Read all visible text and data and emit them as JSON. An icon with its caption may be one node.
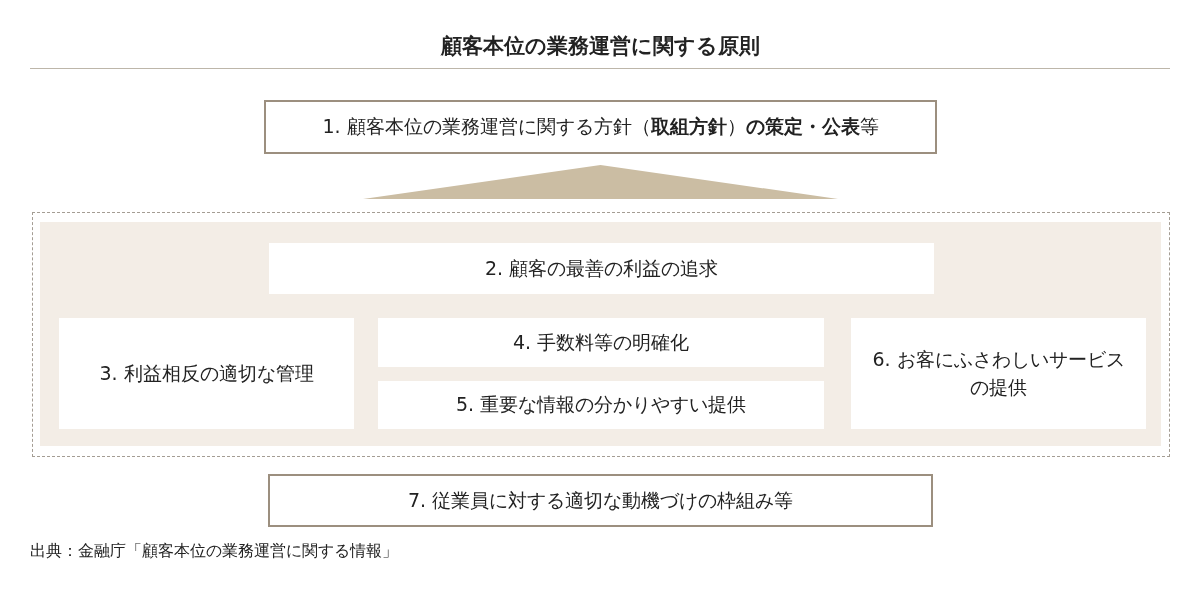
{
  "diagram": {
    "title": "顧客本位の業務運営に関する原則",
    "caption": "出典：金融庁「顧客本位の業務運営に関する情報」",
    "nodes": [
      {
        "text": [
          "1. 顧客本位の業務運営に関する方針（**取組方針**）**の策定・公表**等"
        ]
      },
      {
        "text": [],
        "shape": "triangle"
      },
      {
        "text": [],
        "shape": "box"
      },
      {
        "text": [
          "2. 顧客の最善の利益の追求"
        ],
        "in": 2
      },
      {
        "text": [
          "3. 利益相反の適切な管理"
        ],
        "in": 2
      },
      {
        "text": [
          "4. 手数料等の明確化"
        ],
        "in": 2
      },
      {
        "text": [
          "5. 重要な情報の分かりやすい提供"
        ],
        "in": 2
      },
      {
        "text": [
          "6. お客にふさわしいサービスの提供"
        ],
        "in": 2
      },
      {
        "text": [
          "7. 従業員に対する適切な動機づけの枠組み等"
        ]
      }
    ]
  }
}
